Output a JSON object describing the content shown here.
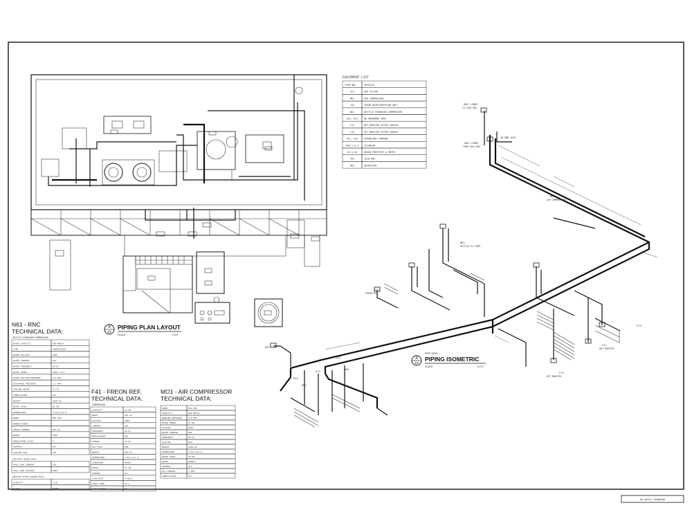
{
  "plan_title": "PIPING PLAN LAYOUT",
  "plan_marker": {
    "top": "A",
    "bottom": "1|2"
  },
  "plan_scale_left": "SCALE",
  "plan_scale_right": "1:100",
  "iso_title": "PIPING ISOMETRIC",
  "iso_marker": {
    "top": "A",
    "bottom": "2|2"
  },
  "iso_scale_left": "SCALE",
  "iso_scale_right": "N.T.S.",
  "iso_pre_label": "PIPE VIEW",
  "title_block_text": "AS-BUILT DRAWING",
  "equipment_list": {
    "title": "EQUIPMENT LIST",
    "headers": [
      "ITEM NO.",
      "SERVICE"
    ],
    "rows": [
      [
        "H11",
        "AIR FILTER"
      ],
      [
        "MO1",
        "AIR COMPRESSOR"
      ],
      [
        "F41",
        "FREON REFRIGERATION UNIT"
      ],
      [
        "N61",
        "RECYCLE HYDROGEN COMPRESSOR"
      ],
      [
        "A11, H11",
        "NG ABSORBER UNIT"
      ],
      [
        "F11",
        "HOT BOOSTER AFTER COOLER"
      ],
      [
        "F12",
        "SET BOOSTER AFTER COOLER"
      ],
      [
        "E11, E12",
        "EXPANSION TURBINE"
      ],
      [
        "H43-1 & 2",
        "SILENCER"
      ],
      [
        "A1 & A2",
        "ARGON PURIFIER & DRYER"
      ],
      [
        "C61",
        "COLD BOX"
      ],
      [
        "H01",
        "DEFROSTER"
      ]
    ]
  },
  "n61": {
    "title_line1": "N61 - RNC",
    "title_line2": "TECHNICAL DATA:",
    "subtitle": "RECYCLE HYDROGEN COMPRESSOR",
    "rows": [
      [
        "RATED CAPACITY",
        "600 NM3/H"
      ],
      [
        "TYPE",
        "CENTRIFUGAL"
      ],
      [
        "RATED VOLTAGE",
        "380V"
      ],
      [
        "RATED CURRENT",
        "52A"
      ],
      [
        "RATED FREQUENCY",
        "50 Hz"
      ],
      [
        "RATED SPEED",
        "2950 r/min"
      ],
      [
        "RATED SUCTION PRESSURE",
        "0.5 MPa"
      ],
      [
        "DISCHARGE PRESSURE",
        "1.2 MPa"
      ],
      [
        "COOLING WATER",
        "8 T/H"
      ],
      [
        "LUBRICATION",
        "OIL"
      ],
      [
        "WEIGHT",
        "3500 KG"
      ],
      [
        "NOISE LEVEL",
        "85 dB"
      ],
      [
        "DIMENSIONS",
        "3.5x2.1x1.9"
      ],
      [
        "MODEL",
        "RNC-600"
      ],
      [
        "MANUFACTURER",
        "—"
      ],
      [
        "SERIAL NUMBER",
        "N61-01"
      ],
      [
        "MOTOR",
        "IP55"
      ],
      [
        "INSULATION CLASS",
        "F"
      ],
      [
        "CONTROL",
        "PLC"
      ],
      [
        "COOLING FAN",
        "YES"
      ]
    ],
    "section2": "ELECTRIC MOTOR DATA",
    "rows2": [
      [
        "POLE LOAD CURRENT",
        "52A"
      ],
      [
        "FULL LOAD VOLTAGE",
        "380V"
      ]
    ],
    "section3": "BOOSTER AFTER COOLER DATA",
    "rows3": [
      [
        "CAPACITY",
        "5 KW"
      ],
      [
        "FLUID",
        "WATER"
      ]
    ]
  },
  "f41": {
    "title_line1": "F41 - FREON REF.",
    "title_line2": "TECHNICAL DATA:",
    "subtitle": "COMPRESSOR",
    "rows": [
      [
        "CAPACITY",
        "15 KW"
      ],
      [
        "MODEL",
        "SRF-15"
      ],
      [
        "VOLTAGE",
        "380V"
      ],
      [
        "CURRENT",
        "28A"
      ],
      [
        "FREQUENCY",
        "50 Hz"
      ],
      [
        "REFRIGERANT",
        "R22"
      ],
      [
        "CHARGE",
        "12 KG"
      ],
      [
        "OIL TYPE",
        "POE"
      ],
      [
        "WEIGHT",
        "850 KG"
      ],
      [
        "DIMENSIONS",
        "1.8x1.1x1.4"
      ],
      [
        "CONDENSER",
        "WATER"
      ],
      [
        "NOISE",
        "75 dB"
      ],
      [
        "CONTROL",
        "PLC"
      ],
      [
        "FLOW RATE",
        "4 M3/H"
      ],
      [
        "INLET TEMP",
        "32 C"
      ],
      [
        "OUTLET TEMP",
        "37 C"
      ]
    ]
  },
  "mo1": {
    "title_line1": "MO1 - AIR COMPRESSOR",
    "title_line2": "TECHNICAL DATA:",
    "rows": [
      [
        "MODEL",
        "MO1-200"
      ],
      [
        "CAPACITY",
        "200 NM3/H"
      ],
      [
        "WORKING PRESSURE",
        "0.8 MPa"
      ],
      [
        "MOTOR POWER",
        "37 KW"
      ],
      [
        "VOLTAGE",
        "380V"
      ],
      [
        "RATED CURRENT",
        "68A"
      ],
      [
        "FREQUENCY",
        "50 Hz"
      ],
      [
        "COOLING",
        "AIR"
      ],
      [
        "WEIGHT",
        "1200 KG"
      ],
      [
        "DIMENSIONS",
        "2.0x1.2x1.6"
      ],
      [
        "NOISE LEVEL",
        "78 dB"
      ],
      [
        "DRIVE",
        "DIRECT"
      ],
      [
        "CONTROL",
        "PLC"
      ],
      [
        "OIL CONTENT",
        "3 PPM"
      ],
      [
        "LUBRICATION",
        "OIL"
      ]
    ]
  },
  "iso_labels": {
    "gn2": "GN2 LINES",
    "gn2_sub": "TO COLD BOX",
    "gn2b": "GN2 LINES",
    "gn2b_sub": "FROM COLD BOX",
    "blind": "BLIND @16\"",
    "mo1": "MO1",
    "mo1_sub": "AIR COMPRESSOR",
    "n61": "N61",
    "n61_sub": "RECYCLE H2 COMP.",
    "f41": "F41",
    "f41_sub": "FREON REF.",
    "f11": "F11",
    "f11_sub": "HOT BOOSTER",
    "f12": "F12",
    "f12_sub": "SET BOOSTER",
    "f13": "F13",
    "e11": "E11",
    "e12": "E12",
    "h11": "H11",
    "m01": "M01",
    "n61b": "N61",
    "h07": "H07"
  }
}
